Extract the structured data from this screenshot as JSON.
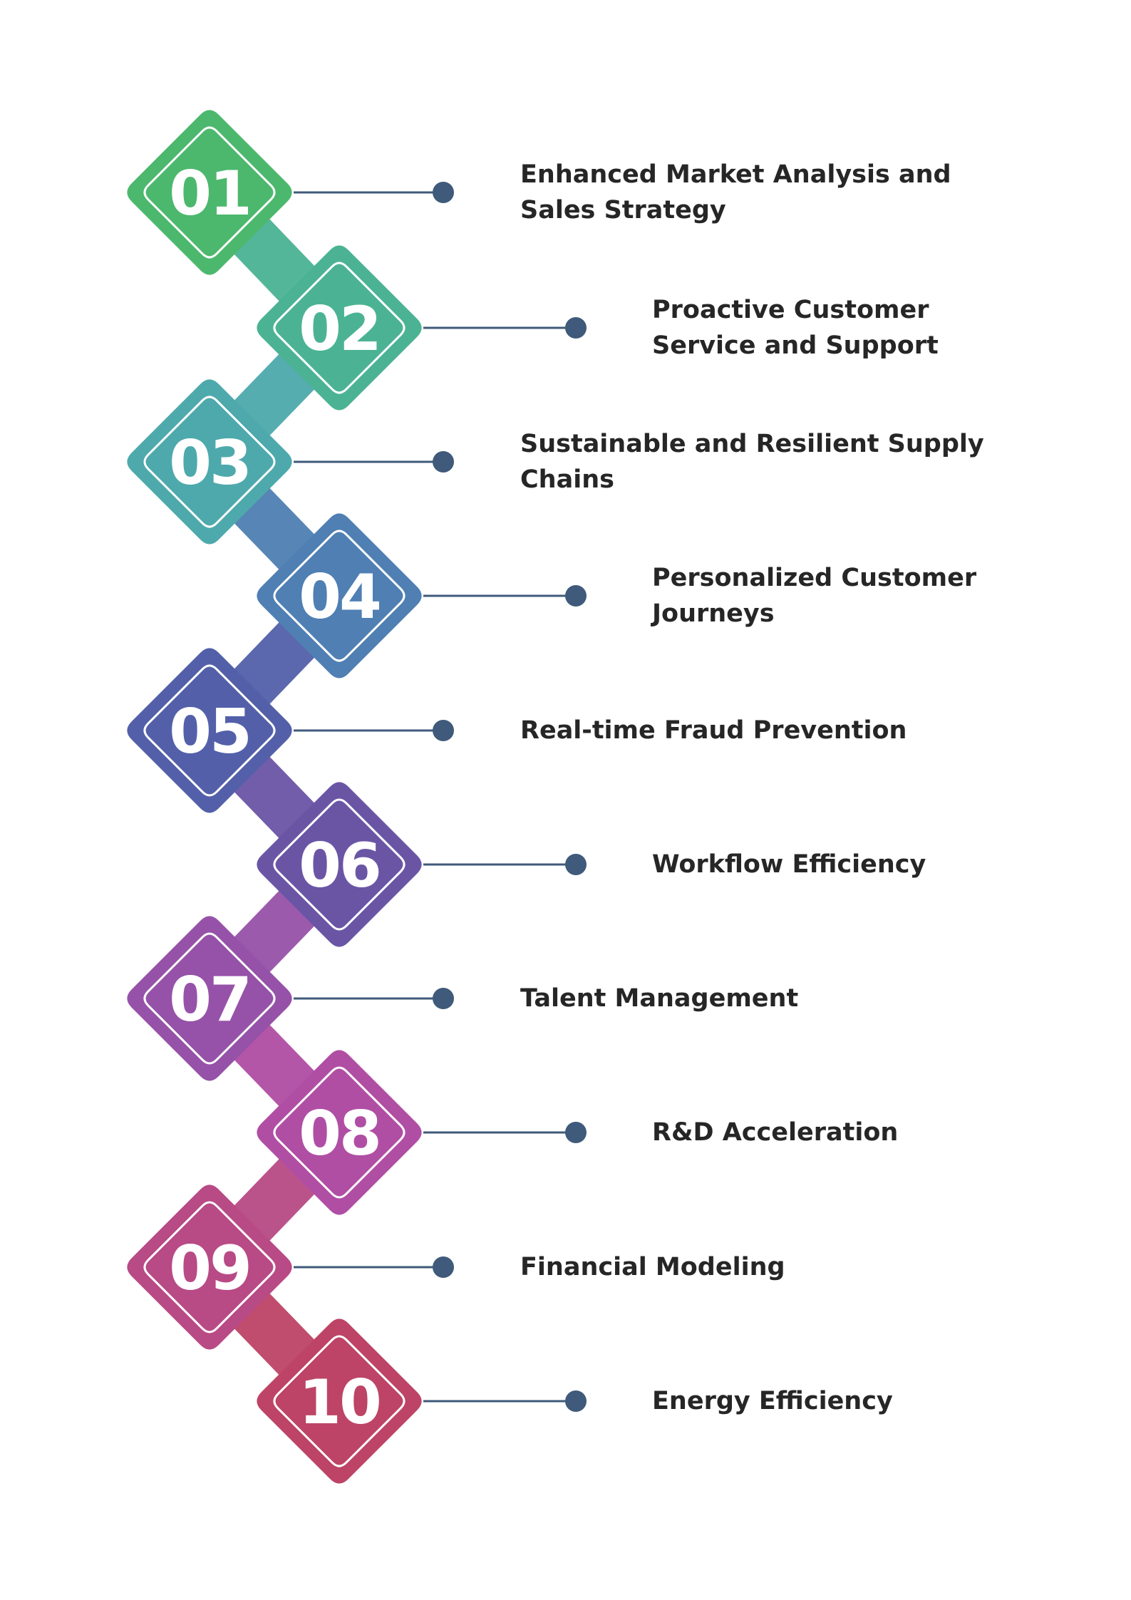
{
  "steps": [
    {
      "number": "01",
      "label": "Enhanced Market Analysis and Sales Strategy",
      "color": "#4cb86d"
    },
    {
      "number": "02",
      "label": "Proactive Customer Service and Support",
      "color": "#4bb393"
    },
    {
      "number": "03",
      "label": "Sustainable and Resilient Supply Chains",
      "color": "#4ea9ac"
    },
    {
      "number": "04",
      "label": "Personalized Customer Journeys",
      "color": "#4f7fb3"
    },
    {
      "number": "05",
      "label": "Real-time Fraud Prevention",
      "color": "#5360a9"
    },
    {
      "number": "06",
      "label": "Workflow Efficiency",
      "color": "#6a55a5"
    },
    {
      "number": "07",
      "label": "Talent Management",
      "color": "#9652a8"
    },
    {
      "number": "08",
      "label": "R&D Acceleration",
      "color": "#b04ea4"
    },
    {
      "number": "09",
      "label": "Financial Modeling",
      "color": "#b84a85"
    },
    {
      "number": "10",
      "label": "Energy Efficiency",
      "color": "#bd4466"
    }
  ],
  "connector_color": "#3f5a7a"
}
